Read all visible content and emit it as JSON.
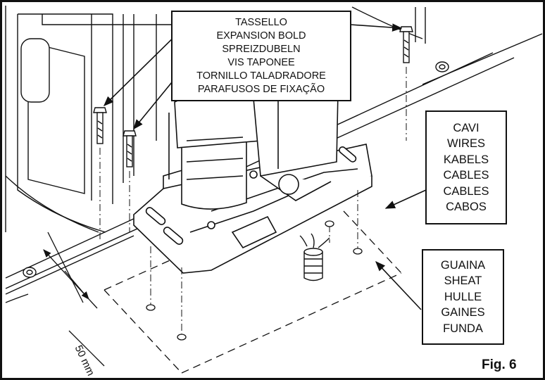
{
  "figure": {
    "label": "Fig. 6",
    "dimension": "50 mm"
  },
  "callouts": {
    "fixing": [
      "TASSELLO",
      "EXPANSION BOLD",
      "SPREIZDUBELN",
      "VIS TAPONEE",
      "TORNILLO TALADRADORE",
      "PARAFUSOS DE FIXAÇÃO"
    ],
    "wires": [
      "CAVI",
      "WIRES",
      "KABELS",
      "CABLES",
      "CABLES",
      "CABOS"
    ],
    "sheath": [
      "GUAINA",
      "SHEAT",
      "HULLE",
      "GAINES",
      "FUNDA"
    ]
  },
  "colors": {
    "line": "#111111",
    "background": "#ffffff",
    "shade": "#d9d9d9"
  }
}
